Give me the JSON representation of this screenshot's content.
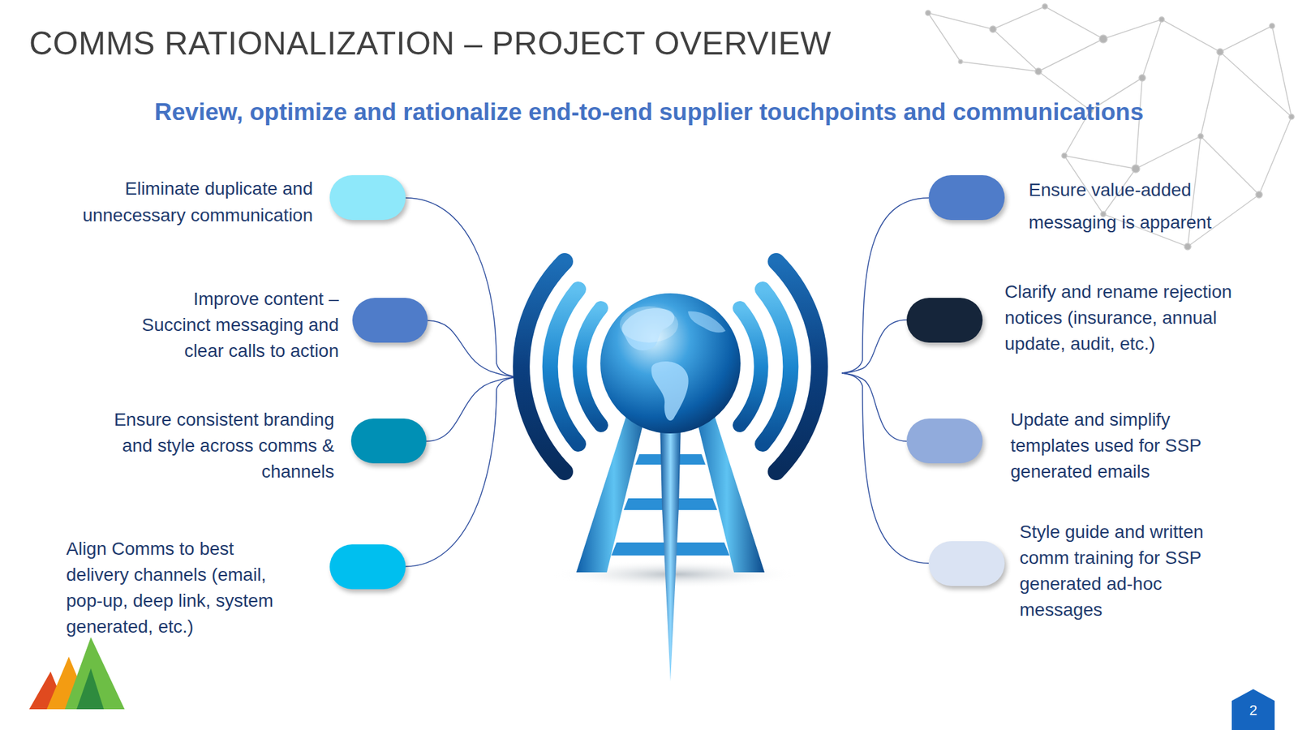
{
  "diagram": {
    "title": "COMMS RATIONALIZATION – PROJECT OVERVIEW",
    "nodes": [
      {
        "text": [
          "Eliminate duplicate and unnecessary communication"
        ]
      },
      {
        "text": [
          "Improve content – Succinct messaging and clear calls to action"
        ]
      },
      {
        "text": [
          "Ensure consistent branding and style across comms & channels"
        ]
      },
      {
        "text": [
          "Align Comms to best delivery channels (email, pop-up, deep link, system generated, etc.)"
        ]
      },
      {
        "text": [
          "Ensure value-added messaging is apparent"
        ]
      },
      {
        "text": [
          "Clarify and rename rejection notices (insurance, annual update, audit, etc.)"
        ]
      },
      {
        "text": [
          "Update and simplify templates used for SSP generated emails"
        ]
      },
      {
        "text": [
          "Style guide and written comm training for SSP generated ad-hoc messages"
        ]
      }
    ],
    "labels": [
      "Review, optimize and rationalize end-to-end supplier touchpoints and communications",
      "2"
    ]
  }
}
